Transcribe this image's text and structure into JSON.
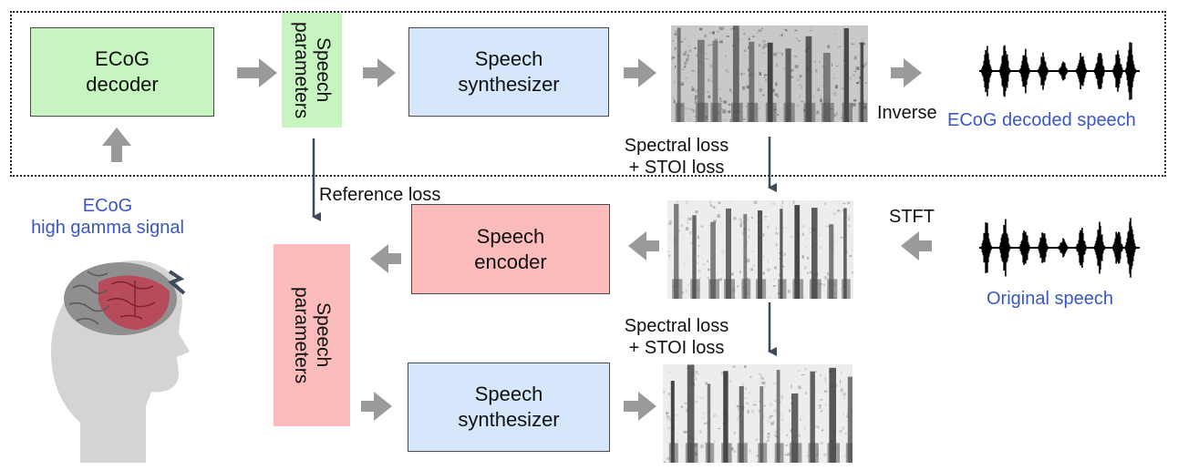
{
  "blocks": {
    "ecog_decoder": "ECoG\ndecoder",
    "speech_params_top": "Speech\nparameters",
    "synth_top": "Speech\nsynthesizer",
    "speech_encoder": "Speech\nencoder",
    "speech_params_bottom": "Speech\nparameters",
    "synth_bottom": "Speech\nsynthesizer"
  },
  "labels": {
    "inverse": "Inverse",
    "decoded_speech": "ECoG decoded speech",
    "spectral_loss_top_1": "Spectral loss",
    "spectral_loss_top_2": "+ STOI loss",
    "reference_loss": "Reference loss",
    "stft": "STFT",
    "original_speech": "Original speech",
    "spectral_loss_bottom_1": "Spectral loss",
    "spectral_loss_bottom_2": "+ STOI loss",
    "ecog_signal_1": "ECoG",
    "ecog_signal_2": "high gamma signal"
  },
  "colors": {
    "decoder_green": "#c6f5c0",
    "synth_blue": "#d6e7fb",
    "encoder_red": "#fdbcbc",
    "label_blue": "#3a56c5",
    "arrow_gray": "#9a9a9a",
    "arrow_dark": "#3d4a5c"
  },
  "icons": [
    "head-with-brain-icon",
    "waveform-icon",
    "spectrogram-image"
  ]
}
